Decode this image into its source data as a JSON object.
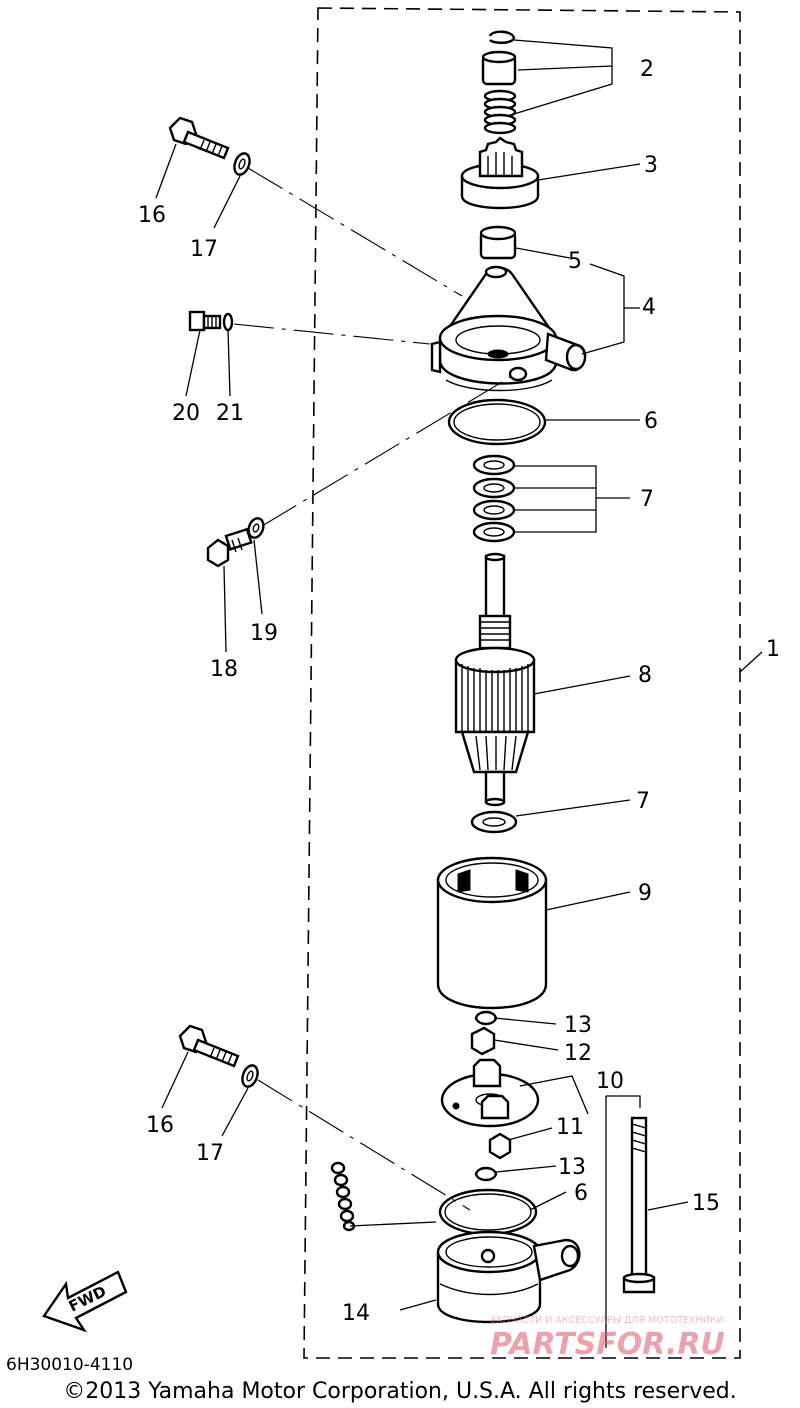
{
  "callouts": {
    "c1": "1",
    "c2": "2",
    "c3": "3",
    "c4": "4",
    "c5": "5",
    "c6a": "6",
    "c6b": "6",
    "c7a": "7",
    "c7b": "7",
    "c8": "8",
    "c9": "9",
    "c10": "10",
    "c11": "11",
    "c12": "12",
    "c13a": "13",
    "c13b": "13",
    "c14": "14",
    "c15": "15",
    "c16a": "16",
    "c16b": "16",
    "c17a": "17",
    "c17b": "17",
    "c18": "18",
    "c19": "19",
    "c20": "20",
    "c21": "21"
  },
  "fwd_label": "FWD",
  "diagram_code": "6H30010-4110",
  "copyright": "©2013 Yamaha Motor Corporation, U.S.A. All rights reserved.",
  "watermark": {
    "tagline": "ЗАПЧАСТИ И АКСЕССУАРЫ ДЛЯ МОТОТЕХНИКИ",
    "brand": "PARTSFOR.RU",
    "color": "#e0566a"
  }
}
